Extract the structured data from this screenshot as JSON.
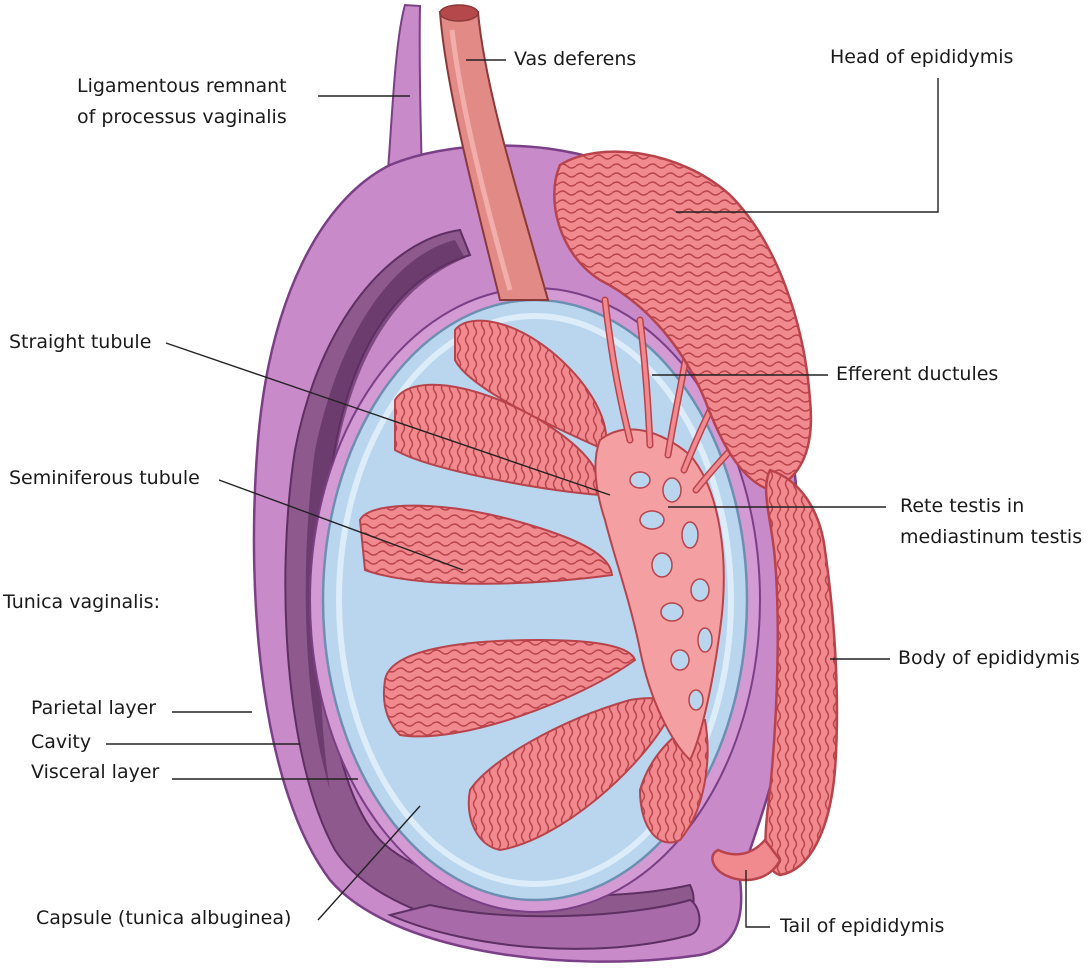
{
  "labels": {
    "ligamentous_remnant": [
      "Ligamentous remnant",
      "of processus vaginalis"
    ],
    "vas_deferens": "Vas deferens",
    "head_of_epididymis": "Head of epididymis",
    "straight_tubule": "Straight tubule",
    "efferent_ductules": "Efferent ductules",
    "seminiferous_tubule": "Seminiferous tubule",
    "rete_testis": [
      "Rete testis in",
      "mediastinum testis"
    ],
    "tunica_vaginalis": "Tunica vaginalis:",
    "body_of_epididymis": "Body of epididymis",
    "parietal_layer": "Parietal layer",
    "cavity": "Cavity",
    "visceral_layer": "Visceral layer",
    "capsule": "Capsule (tunica albuginea)",
    "tail_of_epididymis": "Tail of epididymis"
  },
  "colors": {
    "tunica_outer": "#c98ac9",
    "tunica_edge": "#7a3f86",
    "cavity": "#8e5a8e",
    "cavity_dark": "#5e2f63",
    "capsule": "#b9d6ee",
    "capsule_edge": "#6d8fb2",
    "tubule": "#f08a8e",
    "tubule_edge": "#b9434b",
    "vas": "#e28a86",
    "vas_edge": "#8a3a3a"
  }
}
